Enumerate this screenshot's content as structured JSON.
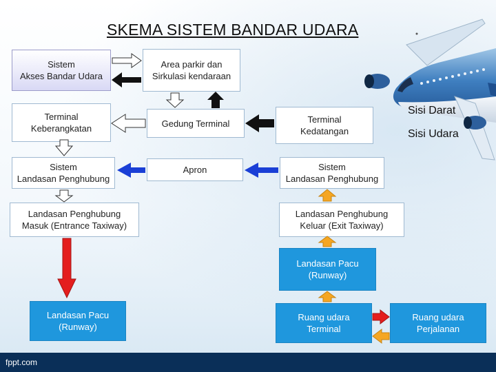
{
  "title": "SKEMA SISTEM BANDAR UDARA",
  "boxes": {
    "akses": "Sistem\nAkses Bandar Udara",
    "parkir": "Area parkir dan\nSirkulasi kendaraan",
    "keberangkatan": "Terminal\nKeberangkatan",
    "gedung": "Gedung Terminal",
    "kedatangan": "Terminal\nKedatangan",
    "penghubung_kiri": "Sistem\nLandasan Penghubung",
    "apron": "Apron",
    "penghubung_kanan": "Sistem\nLandasan Penghubung",
    "taxiway_masuk": "Landasan Penghubung\nMasuk (Entrance Taxiway)",
    "taxiway_keluar": "Landasan Penghubung\nKeluar (Exit Taxiway)",
    "runway_kanan": "Landasan Pacu\n(Runway)",
    "runway_kiri": "Landasan Pacu\n(Runway)",
    "ruang_terminal": "Ruang udara\nTerminal",
    "ruang_perjalanan": "Ruang udara\nPerjalanan"
  },
  "side_labels": {
    "darat": "Sisi Darat",
    "udara": "Sisi Udara"
  },
  "footer": "fppt.com",
  "colors": {
    "box_blue": "#1f97dd",
    "arrow_black": "#111111",
    "arrow_red": "#e41e1e",
    "arrow_orange": "#f5a623",
    "arrow_blue": "#1a3fd6",
    "footer_bg": "#0a2f58"
  }
}
